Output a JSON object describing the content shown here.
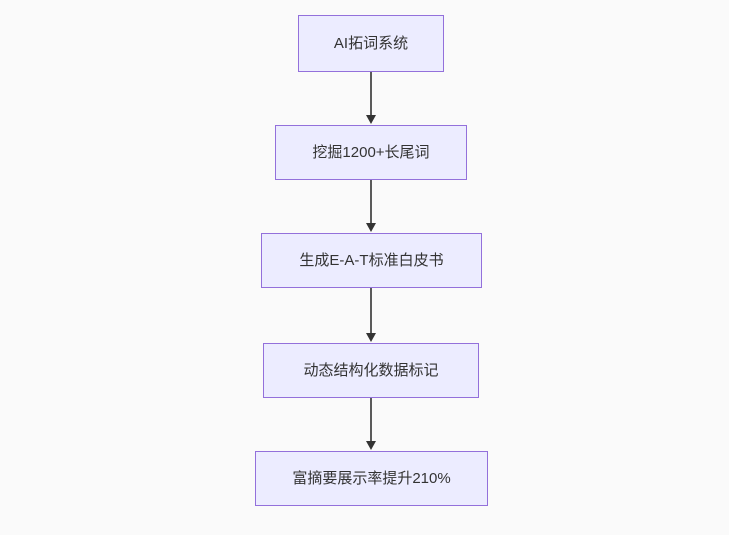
{
  "diagram": {
    "type": "flowchart",
    "direction": "top-down",
    "nodes": [
      {
        "id": "n1",
        "label": "AI拓词系统"
      },
      {
        "id": "n2",
        "label": "挖掘1200+长尾词"
      },
      {
        "id": "n3",
        "label": "生成E-A-T标准白皮书"
      },
      {
        "id": "n4",
        "label": "动态结构化数据标记"
      },
      {
        "id": "n5",
        "label": "富摘要展示率提升210%"
      }
    ],
    "edges": [
      {
        "from": "n1",
        "to": "n2",
        "style": "arrow-down"
      },
      {
        "from": "n2",
        "to": "n3",
        "style": "arrow-down"
      },
      {
        "from": "n3",
        "to": "n4",
        "style": "arrow-down"
      },
      {
        "from": "n4",
        "to": "n5",
        "style": "arrow-down"
      }
    ],
    "colors": {
      "background": "#fafafa",
      "node_fill": "#ECECFF",
      "node_border": "#9370DB",
      "edge_line": "#5a5a5a",
      "arrowhead": "#333333",
      "text": "#333333"
    }
  }
}
